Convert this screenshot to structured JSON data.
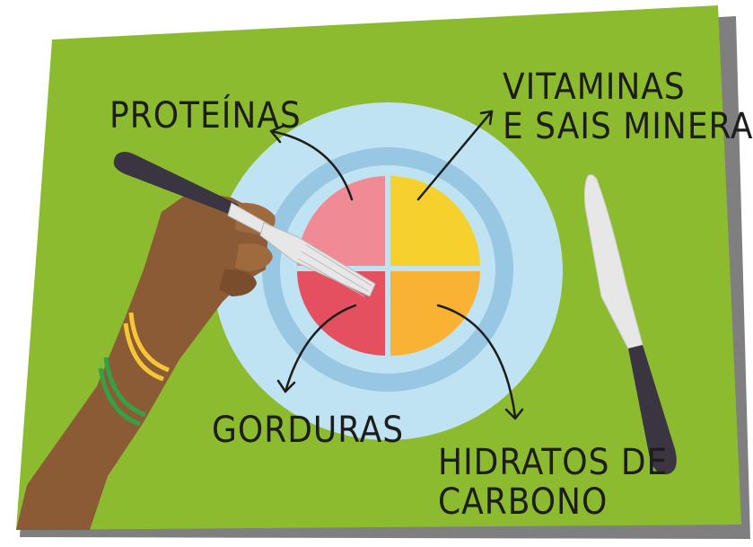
{
  "labels": {
    "proteins": "PROTEÍNAS",
    "vitamins_line1": "VITAMINAS",
    "vitamins_line2": "E SAIS MINERAIS",
    "fats": "GORDURAS",
    "carbs_line1": "HIDRATOS DE",
    "carbs_line2": "CARBONO"
  },
  "colors": {
    "placemat": "#8dbb2f",
    "placemat_shadow": "#7f7f7f",
    "plate": "#bfe3f3",
    "plate_ring": "#97c7e2",
    "proteins": "#f08a95",
    "vitamins": "#f6d12e",
    "fats": "#e55060",
    "carbs": "#f9b234",
    "skin": "#8a5b35",
    "bracelet_yellow": "#f7c636",
    "bracelet_green": "#35a045",
    "handle": "#3a3540",
    "blade": "#e7e7e7"
  },
  "icons": [
    "fork-icon",
    "knife-icon",
    "hand-icon"
  ]
}
